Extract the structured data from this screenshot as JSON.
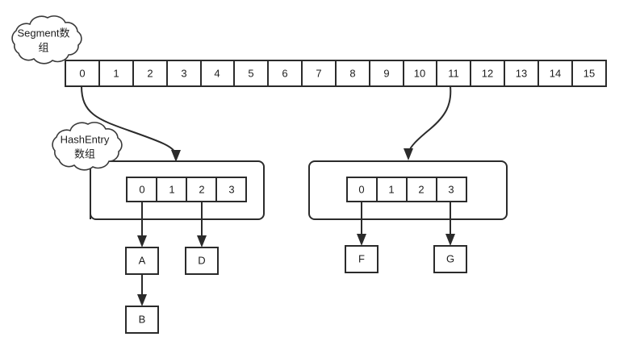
{
  "diagram": {
    "title": "ConcurrentHashMap Segment / HashEntry structure",
    "colors": {
      "stroke": "#2b2b2b",
      "cloud_stroke": "#3a3a3a",
      "fill": "#ffffff",
      "text": "#1d1d1d"
    },
    "labels": {
      "segment_cloud_line1": "Segment数",
      "segment_cloud_line2": "组",
      "hashentry_cloud_line1": "HashEntry",
      "hashentry_cloud_line2": "数组"
    },
    "segment_array": {
      "name": "Segment数组",
      "cells": [
        "0",
        "1",
        "2",
        "3",
        "4",
        "5",
        "6",
        "7",
        "8",
        "9",
        "10",
        "11",
        "12",
        "13",
        "14",
        "15"
      ]
    },
    "hashentry_arrays": [
      {
        "id": "left",
        "from_segment_index": "0",
        "cells": [
          "0",
          "1",
          "2",
          "3"
        ]
      },
      {
        "id": "right",
        "from_segment_index": "11",
        "cells": [
          "0",
          "1",
          "2",
          "3"
        ]
      }
    ],
    "entry_nodes": [
      {
        "id": "A",
        "label": "A"
      },
      {
        "id": "B",
        "label": "B"
      },
      {
        "id": "D",
        "label": "D"
      },
      {
        "id": "F",
        "label": "F"
      },
      {
        "id": "G",
        "label": "G"
      }
    ]
  }
}
